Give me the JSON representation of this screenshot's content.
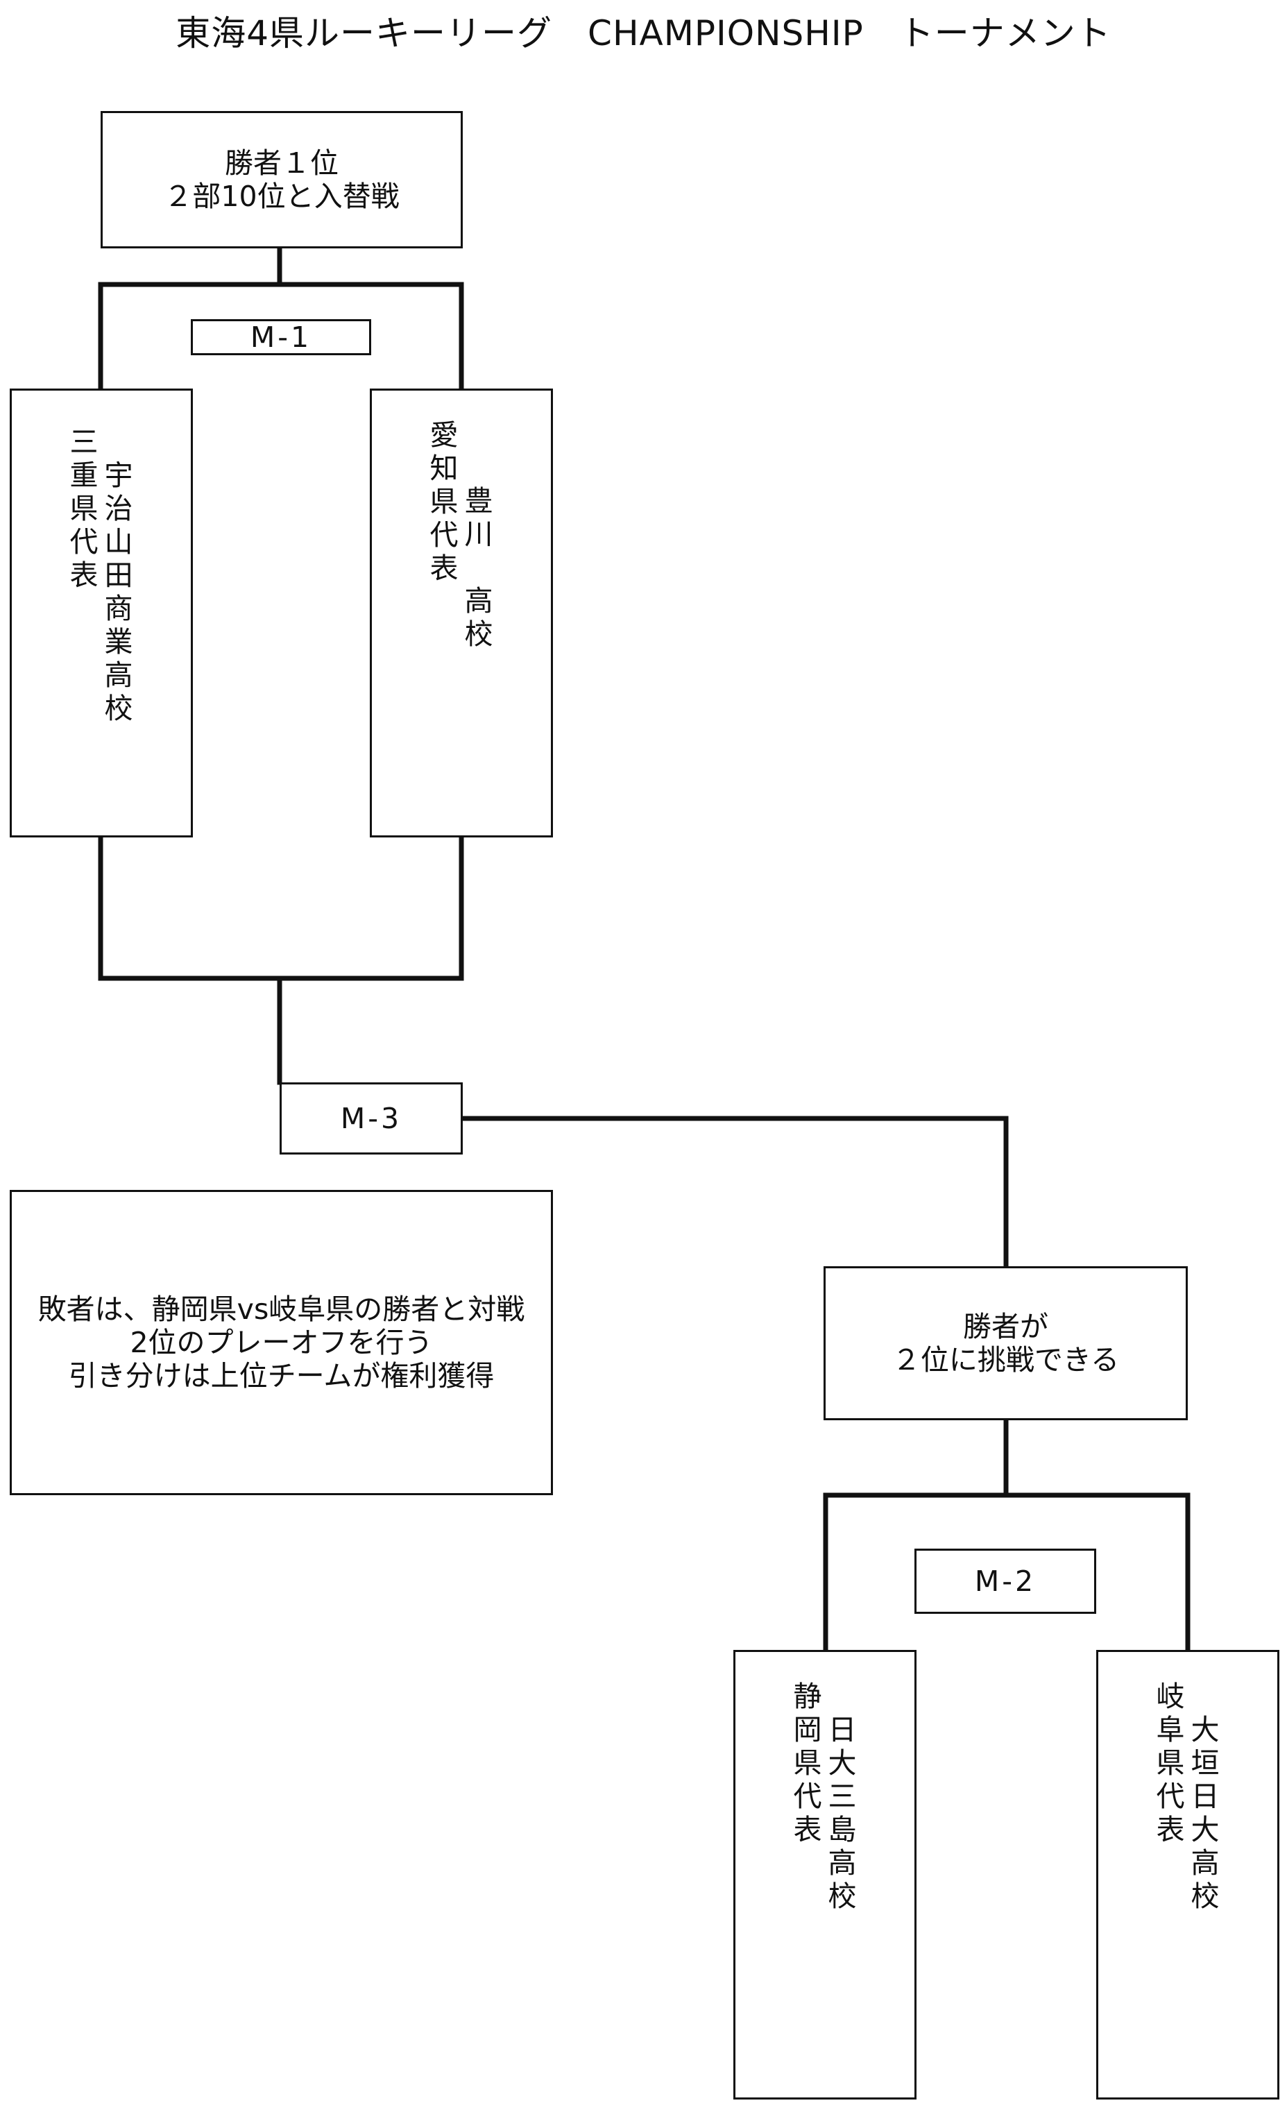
{
  "title": "東海4県ルーキーリーグ　CHAMPIONSHIP　トーナメント",
  "top_box": {
    "line1": "勝者１位",
    "line2": "２部10位と入替戦"
  },
  "matches": {
    "m1": "M-1",
    "m2": "M-2",
    "m3": "M-3"
  },
  "teams": {
    "mie": {
      "pref": "三重県代表",
      "school": "宇治山田商業高校"
    },
    "aichi": {
      "pref": "愛知県代表",
      "school": "豊川　高校"
    },
    "shizuoka": {
      "pref": "静岡県代表",
      "school": "日大三島高校"
    },
    "gifu": {
      "pref": "岐阜県代表",
      "school": "大垣日大高校"
    }
  },
  "note": {
    "line1": "敗者は、静岡県vs岐阜県の勝者と対戦",
    "line2": "2位のプレーオフを行う",
    "line3": "引き分けは上位チームが権利獲得"
  },
  "challenger_box": {
    "line1": "勝者が",
    "line2": "２位に挑戦できる"
  }
}
